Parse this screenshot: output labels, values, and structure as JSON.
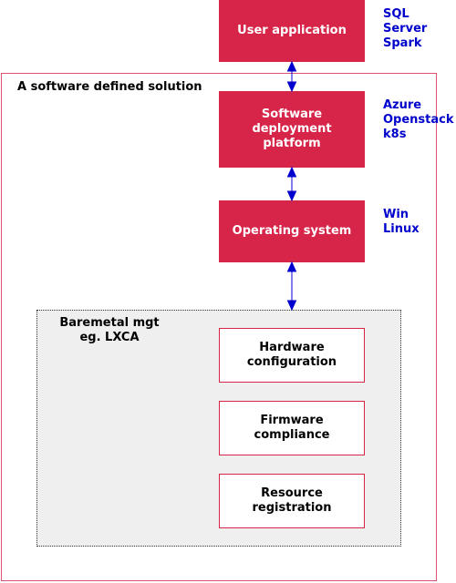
{
  "outer_label": "A software defined solution",
  "boxes": {
    "user_app": "User application",
    "deployment": "Software deployment platform",
    "os": "Operating system"
  },
  "side_labels": {
    "user_app": "SQL Server\nSpark",
    "deployment": "Azure\nOpenstack\nk8s",
    "os": "Win\nLinux"
  },
  "baremetal": {
    "label": "Baremetal mgt\neg. LXCA",
    "items": [
      "Hardware configuration",
      "Firmware compliance",
      "Resource registration"
    ]
  },
  "colors": {
    "box_fill": "#d62548",
    "side_label": "#0000cc",
    "arrow": "#0000cc"
  }
}
